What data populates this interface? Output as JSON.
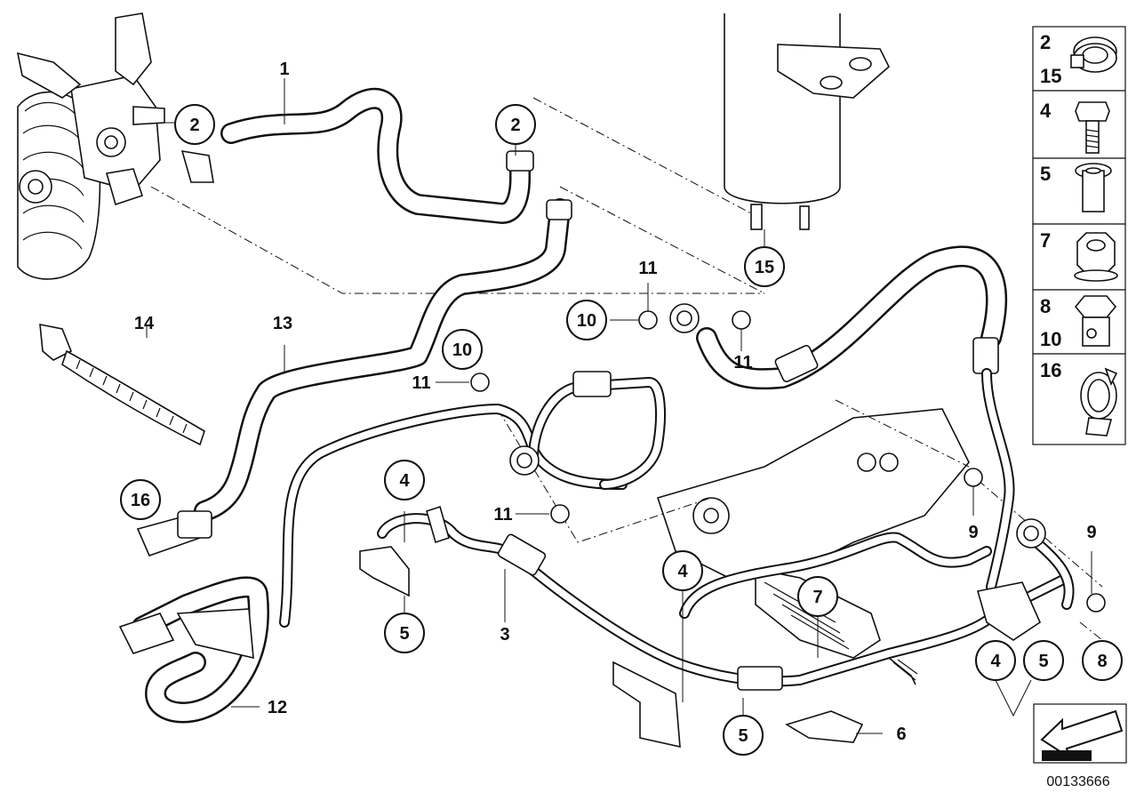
{
  "callouts": [
    {
      "id": "c1",
      "text": "1"
    },
    {
      "id": "c2a",
      "text": "2"
    },
    {
      "id": "c2b",
      "text": "2"
    },
    {
      "id": "c15",
      "text": "15"
    },
    {
      "id": "c11a",
      "text": "11"
    },
    {
      "id": "c10a",
      "text": "10"
    },
    {
      "id": "c11b",
      "text": "11"
    },
    {
      "id": "c14",
      "text": "14"
    },
    {
      "id": "c13",
      "text": "13"
    },
    {
      "id": "c10b",
      "text": "10"
    },
    {
      "id": "c11c",
      "text": "11"
    },
    {
      "id": "c16",
      "text": "16"
    },
    {
      "id": "c4a",
      "text": "4"
    },
    {
      "id": "c11d",
      "text": "11"
    },
    {
      "id": "c9a",
      "text": "9"
    },
    {
      "id": "c9b",
      "text": "9"
    },
    {
      "id": "c4b",
      "text": "4"
    },
    {
      "id": "c7",
      "text": "7"
    },
    {
      "id": "c5a",
      "text": "5"
    },
    {
      "id": "c3",
      "text": "3"
    },
    {
      "id": "c4c",
      "text": "4"
    },
    {
      "id": "c5b",
      "text": "5"
    },
    {
      "id": "c8",
      "text": "8"
    },
    {
      "id": "c12",
      "text": "12"
    },
    {
      "id": "c5c",
      "text": "5"
    },
    {
      "id": "c6",
      "text": "6"
    }
  ],
  "legend": [
    {
      "numbers": [
        "2",
        "15"
      ],
      "icon": "hose-clamp-icon"
    },
    {
      "numbers": [
        "4"
      ],
      "icon": "hex-bolt-icon"
    },
    {
      "numbers": [
        "5"
      ],
      "icon": "rivet-nut-icon"
    },
    {
      "numbers": [
        "7"
      ],
      "icon": "hex-collar-nut-icon"
    },
    {
      "numbers": [
        "8",
        "10"
      ],
      "icon": "banjo-bolt-icon"
    },
    {
      "numbers": [
        "16"
      ],
      "icon": "spring-clamp-icon"
    }
  ],
  "doc_number": "00133666",
  "nav_icon": "arrow-icon"
}
